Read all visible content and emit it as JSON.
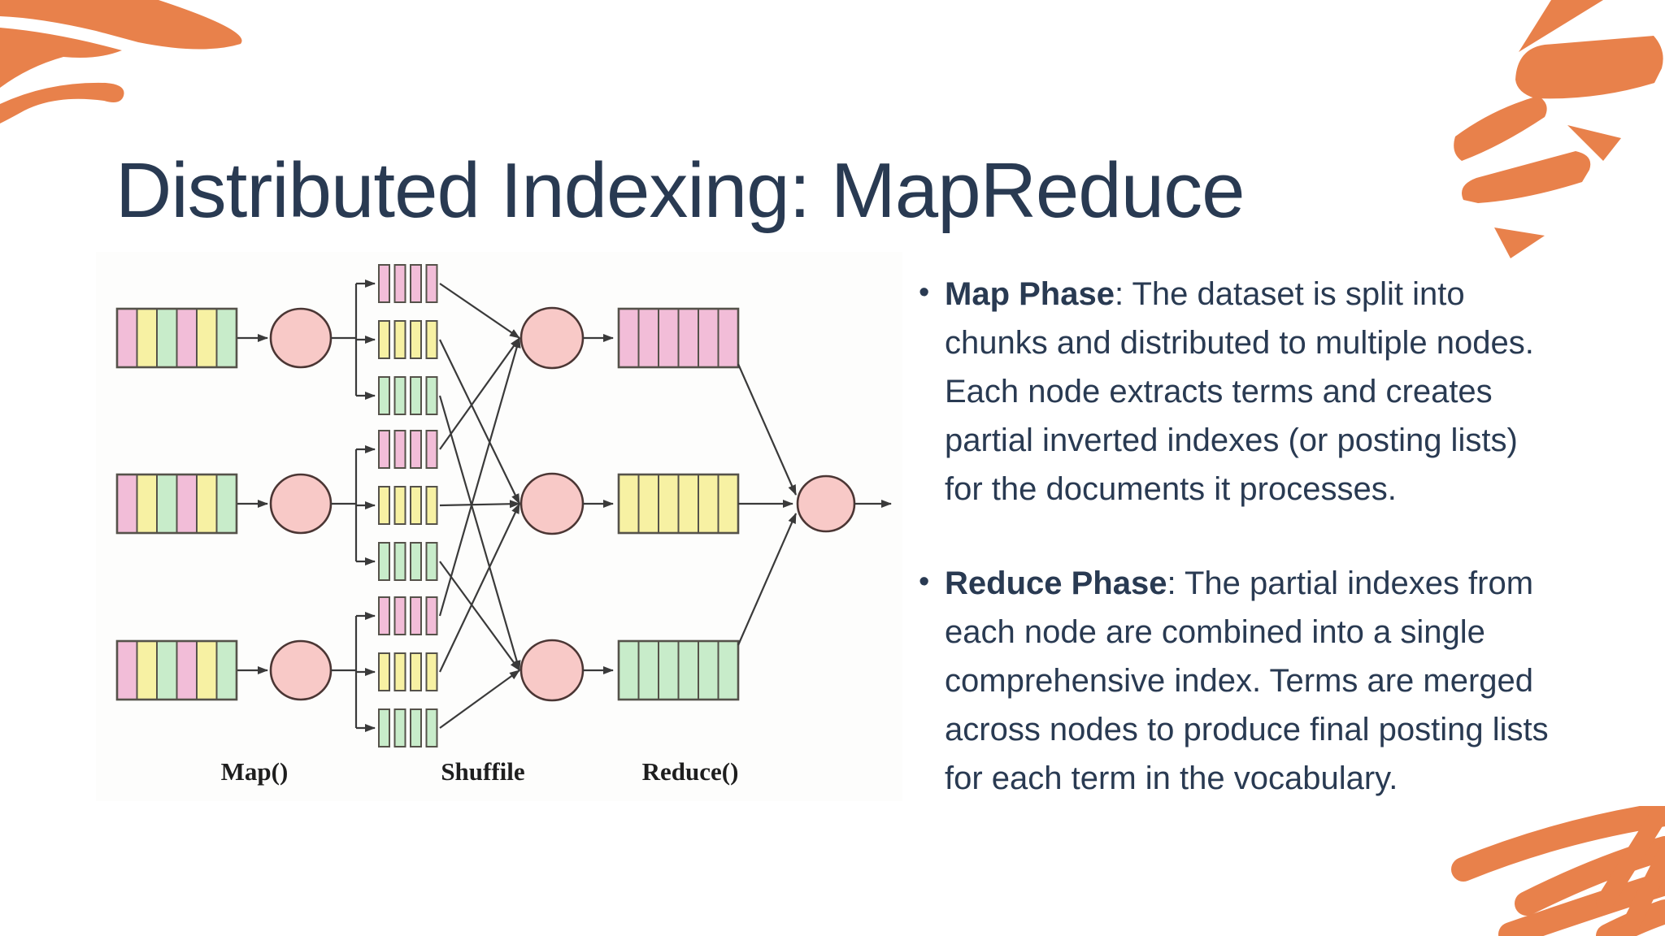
{
  "slide": {
    "title": "Distributed Indexing: MapReduce",
    "title_color": "#293a52",
    "background": "#ffffff",
    "accent_orange": "#e8814b"
  },
  "bullets": [
    {
      "heading": "Map Phase",
      "lines": [
        ": The dataset is split into",
        "chunks and distributed to multiple nodes.",
        "Each node extracts terms and creates",
        "partial inverted indexes (or posting lists)",
        "for the documents it processes."
      ]
    },
    {
      "heading": "Reduce Phase",
      "lines": [
        ": The partial indexes from",
        "each node are combined into a single",
        "comprehensive index. Terms are merged",
        "across nodes to produce final posting lists",
        "for each term in the vocabulary."
      ]
    }
  ],
  "diagram": {
    "labels": {
      "map": "Map()",
      "shuffle": "Shuffile",
      "reduce": "Reduce()"
    },
    "colors": {
      "pink": "#f2bdd8",
      "yellow": "#f7f1a3",
      "green": "#c8ecca",
      "node_fill": "#f8c9c7",
      "node_stroke": "#4b3634",
      "line": "#3a3a3a",
      "bar_stroke": "#55524a",
      "label_color": "#1e1e1e"
    },
    "rows": 3,
    "input_stripes": [
      "pink",
      "yellow",
      "green",
      "pink",
      "yellow",
      "green"
    ],
    "shuffle_groups": [
      "pink",
      "yellow",
      "green"
    ],
    "output_colors": [
      "pink",
      "yellow",
      "green"
    ],
    "bars_per_group": 4,
    "stripes_per_output": 6
  }
}
